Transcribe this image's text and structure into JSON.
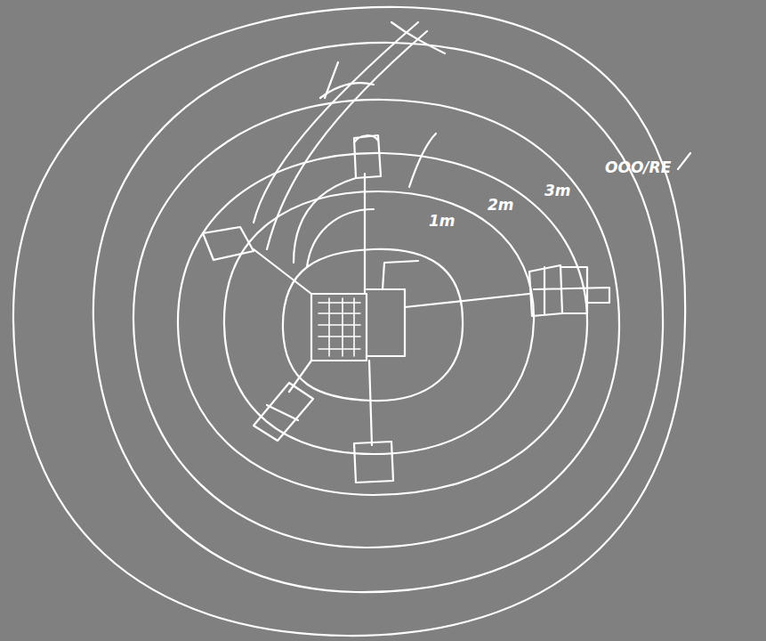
{
  "diagram": {
    "labels": [
      "1m",
      "2m",
      "3m",
      "OOO/RE"
    ]
  }
}
